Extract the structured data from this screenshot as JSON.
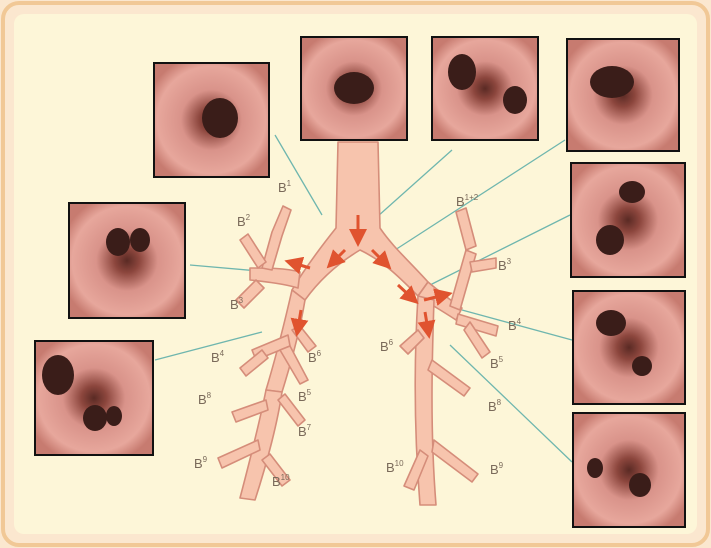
{
  "colors": {
    "frame_bg": "#fbe7cf",
    "frame_border": "#f1c896",
    "panel_bg": "#fdf6d8",
    "airway_fill": "#f7c4ad",
    "airway_stroke": "#d58d7a",
    "arrow": "#e0532f",
    "pointer_line": "#6fb6ae",
    "label": "#7a6a5a",
    "mucosa": "#d98a82",
    "lumen": "#3a1d19"
  },
  "labels": [
    {
      "id": "r-b1",
      "base": "B",
      "sup": "1"
    },
    {
      "id": "r-b2",
      "base": "B",
      "sup": "2"
    },
    {
      "id": "r-b3",
      "base": "B",
      "sup": "3"
    },
    {
      "id": "r-b4",
      "base": "B",
      "sup": "4"
    },
    {
      "id": "r-b5",
      "base": "B",
      "sup": "5"
    },
    {
      "id": "r-b6",
      "base": "B",
      "sup": "6"
    },
    {
      "id": "r-b7",
      "base": "B",
      "sup": "7"
    },
    {
      "id": "r-b8",
      "base": "B",
      "sup": "8"
    },
    {
      "id": "r-b9",
      "base": "B",
      "sup": "9"
    },
    {
      "id": "r-b10",
      "base": "B",
      "sup": "10"
    },
    {
      "id": "l-b1p2",
      "base": "B",
      "sup": "1+2"
    },
    {
      "id": "l-b3",
      "base": "B",
      "sup": "3"
    },
    {
      "id": "l-b4",
      "base": "B",
      "sup": "4"
    },
    {
      "id": "l-b5",
      "base": "B",
      "sup": "5"
    },
    {
      "id": "l-b6",
      "base": "B",
      "sup": "6"
    },
    {
      "id": "l-b8",
      "base": "B",
      "sup": "8"
    },
    {
      "id": "l-b9",
      "base": "B",
      "sup": "9"
    },
    {
      "id": "l-b10",
      "base": "B",
      "sup": "10"
    }
  ]
}
